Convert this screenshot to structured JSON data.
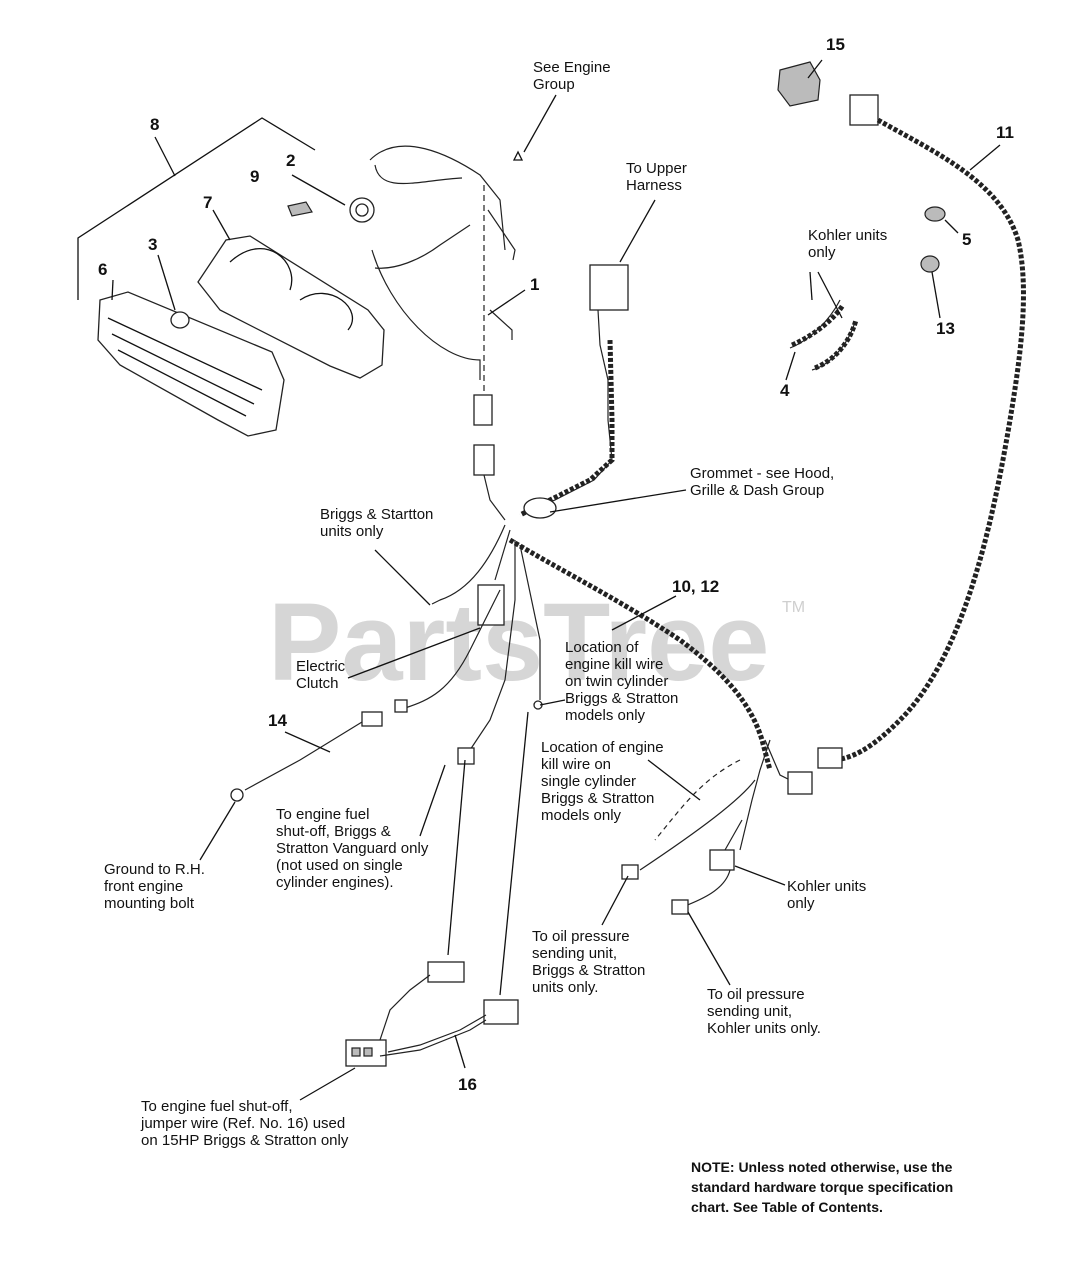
{
  "watermark": {
    "text": "PartsTree",
    "trademark": "TM"
  },
  "callouts": {
    "c1": "1",
    "c2": "2",
    "c3": "3",
    "c4": "4",
    "c5": "5",
    "c6": "6",
    "c7": "7",
    "c8": "8",
    "c9": "9",
    "c10_12": "10, 12",
    "c11": "11",
    "c13": "13",
    "c14": "14",
    "c15": "15",
    "c16": "16"
  },
  "labels": {
    "see_engine": [
      "See Engine",
      "Group"
    ],
    "upper_harness": [
      "To Upper",
      "Harness"
    ],
    "kohler_top": [
      "Kohler units",
      "only"
    ],
    "grommet": [
      "Grommet - see Hood,",
      "Grille & Dash Group"
    ],
    "briggs_only": [
      "Briggs & Startton",
      "units only"
    ],
    "electric_clutch": [
      "Electric",
      "Clutch"
    ],
    "kill_twin": [
      "Location of",
      "engine kill wire",
      "on twin cylinder",
      "Briggs & Stratton",
      "models only"
    ],
    "kill_single": [
      "Location of engine",
      "kill wire on",
      "single cylinder",
      "Briggs & Stratton",
      "models only"
    ],
    "fuel_shutoff": [
      "To engine fuel",
      "shut-off, Briggs &",
      "Stratton Vanguard only",
      "(not used on single",
      "cylinder engines)."
    ],
    "ground": [
      "Ground to R.H.",
      "front engine",
      "mounting bolt"
    ],
    "oil_briggs": [
      "To oil pressure",
      "sending unit,",
      "Briggs & Stratton",
      "units only."
    ],
    "kohler_bottom": [
      "Kohler units",
      "only"
    ],
    "oil_kohler": [
      "To oil pressure",
      "sending unit,",
      "Kohler units only."
    ],
    "jumper": [
      "To engine fuel shut-off,",
      "jumper wire (Ref. No. 16) used",
      "on 15HP Briggs & Stratton only"
    ]
  },
  "note": [
    "NOTE: Unless noted otherwise, use the",
    "standard hardware torque specification",
    "chart. See Table of Contents."
  ]
}
